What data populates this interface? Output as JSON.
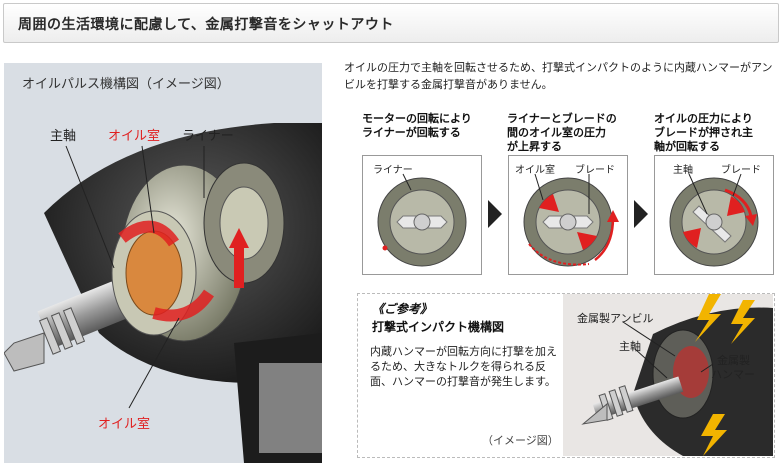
{
  "header": {
    "title": "周囲の生活環境に配慮して、金属打撃音をシャットアウト"
  },
  "left": {
    "title": "オイルパルス機構図（イメージ図）",
    "labels": {
      "shaft": "主軸",
      "oil_chamber": "オイル室",
      "liner": "ライナー",
      "oil_chamber_bottom": "オイル室"
    }
  },
  "intro": "オイルの圧力で主軸を回転させるため、打撃式インパクトのように内蔵ハンマーがアンビルを打撃する金属打撃音がありません。",
  "steps": [
    {
      "caption": "モーターの回転により\nライナーが回転する",
      "labels": [
        "ライナー"
      ]
    },
    {
      "caption": "ライナーとブレードの\n間のオイル室の圧力\nが上昇する",
      "labels": [
        "オイル室",
        "ブレード"
      ]
    },
    {
      "caption": "オイルの圧力により\nブレードが押され主\n軸が回転する",
      "labels": [
        "主軸",
        "ブレード"
      ]
    }
  ],
  "reference": {
    "heading1": "《ご参考》",
    "heading2": "打撃式インパクト機構図",
    "body": "内蔵ハンマーが回転方向に打撃を加えるため、大きなトルクを得られる反面、ハンマーの打撃音が発生します。",
    "note": "（イメージ図）",
    "labels": {
      "anvil": "金属製アンビル",
      "shaft": "主軸",
      "hammer1": "金属製",
      "hammer2": "ハンマー"
    }
  },
  "colors": {
    "accent_red": "#e02020",
    "tool_dark": "#2b2b2b"
  }
}
